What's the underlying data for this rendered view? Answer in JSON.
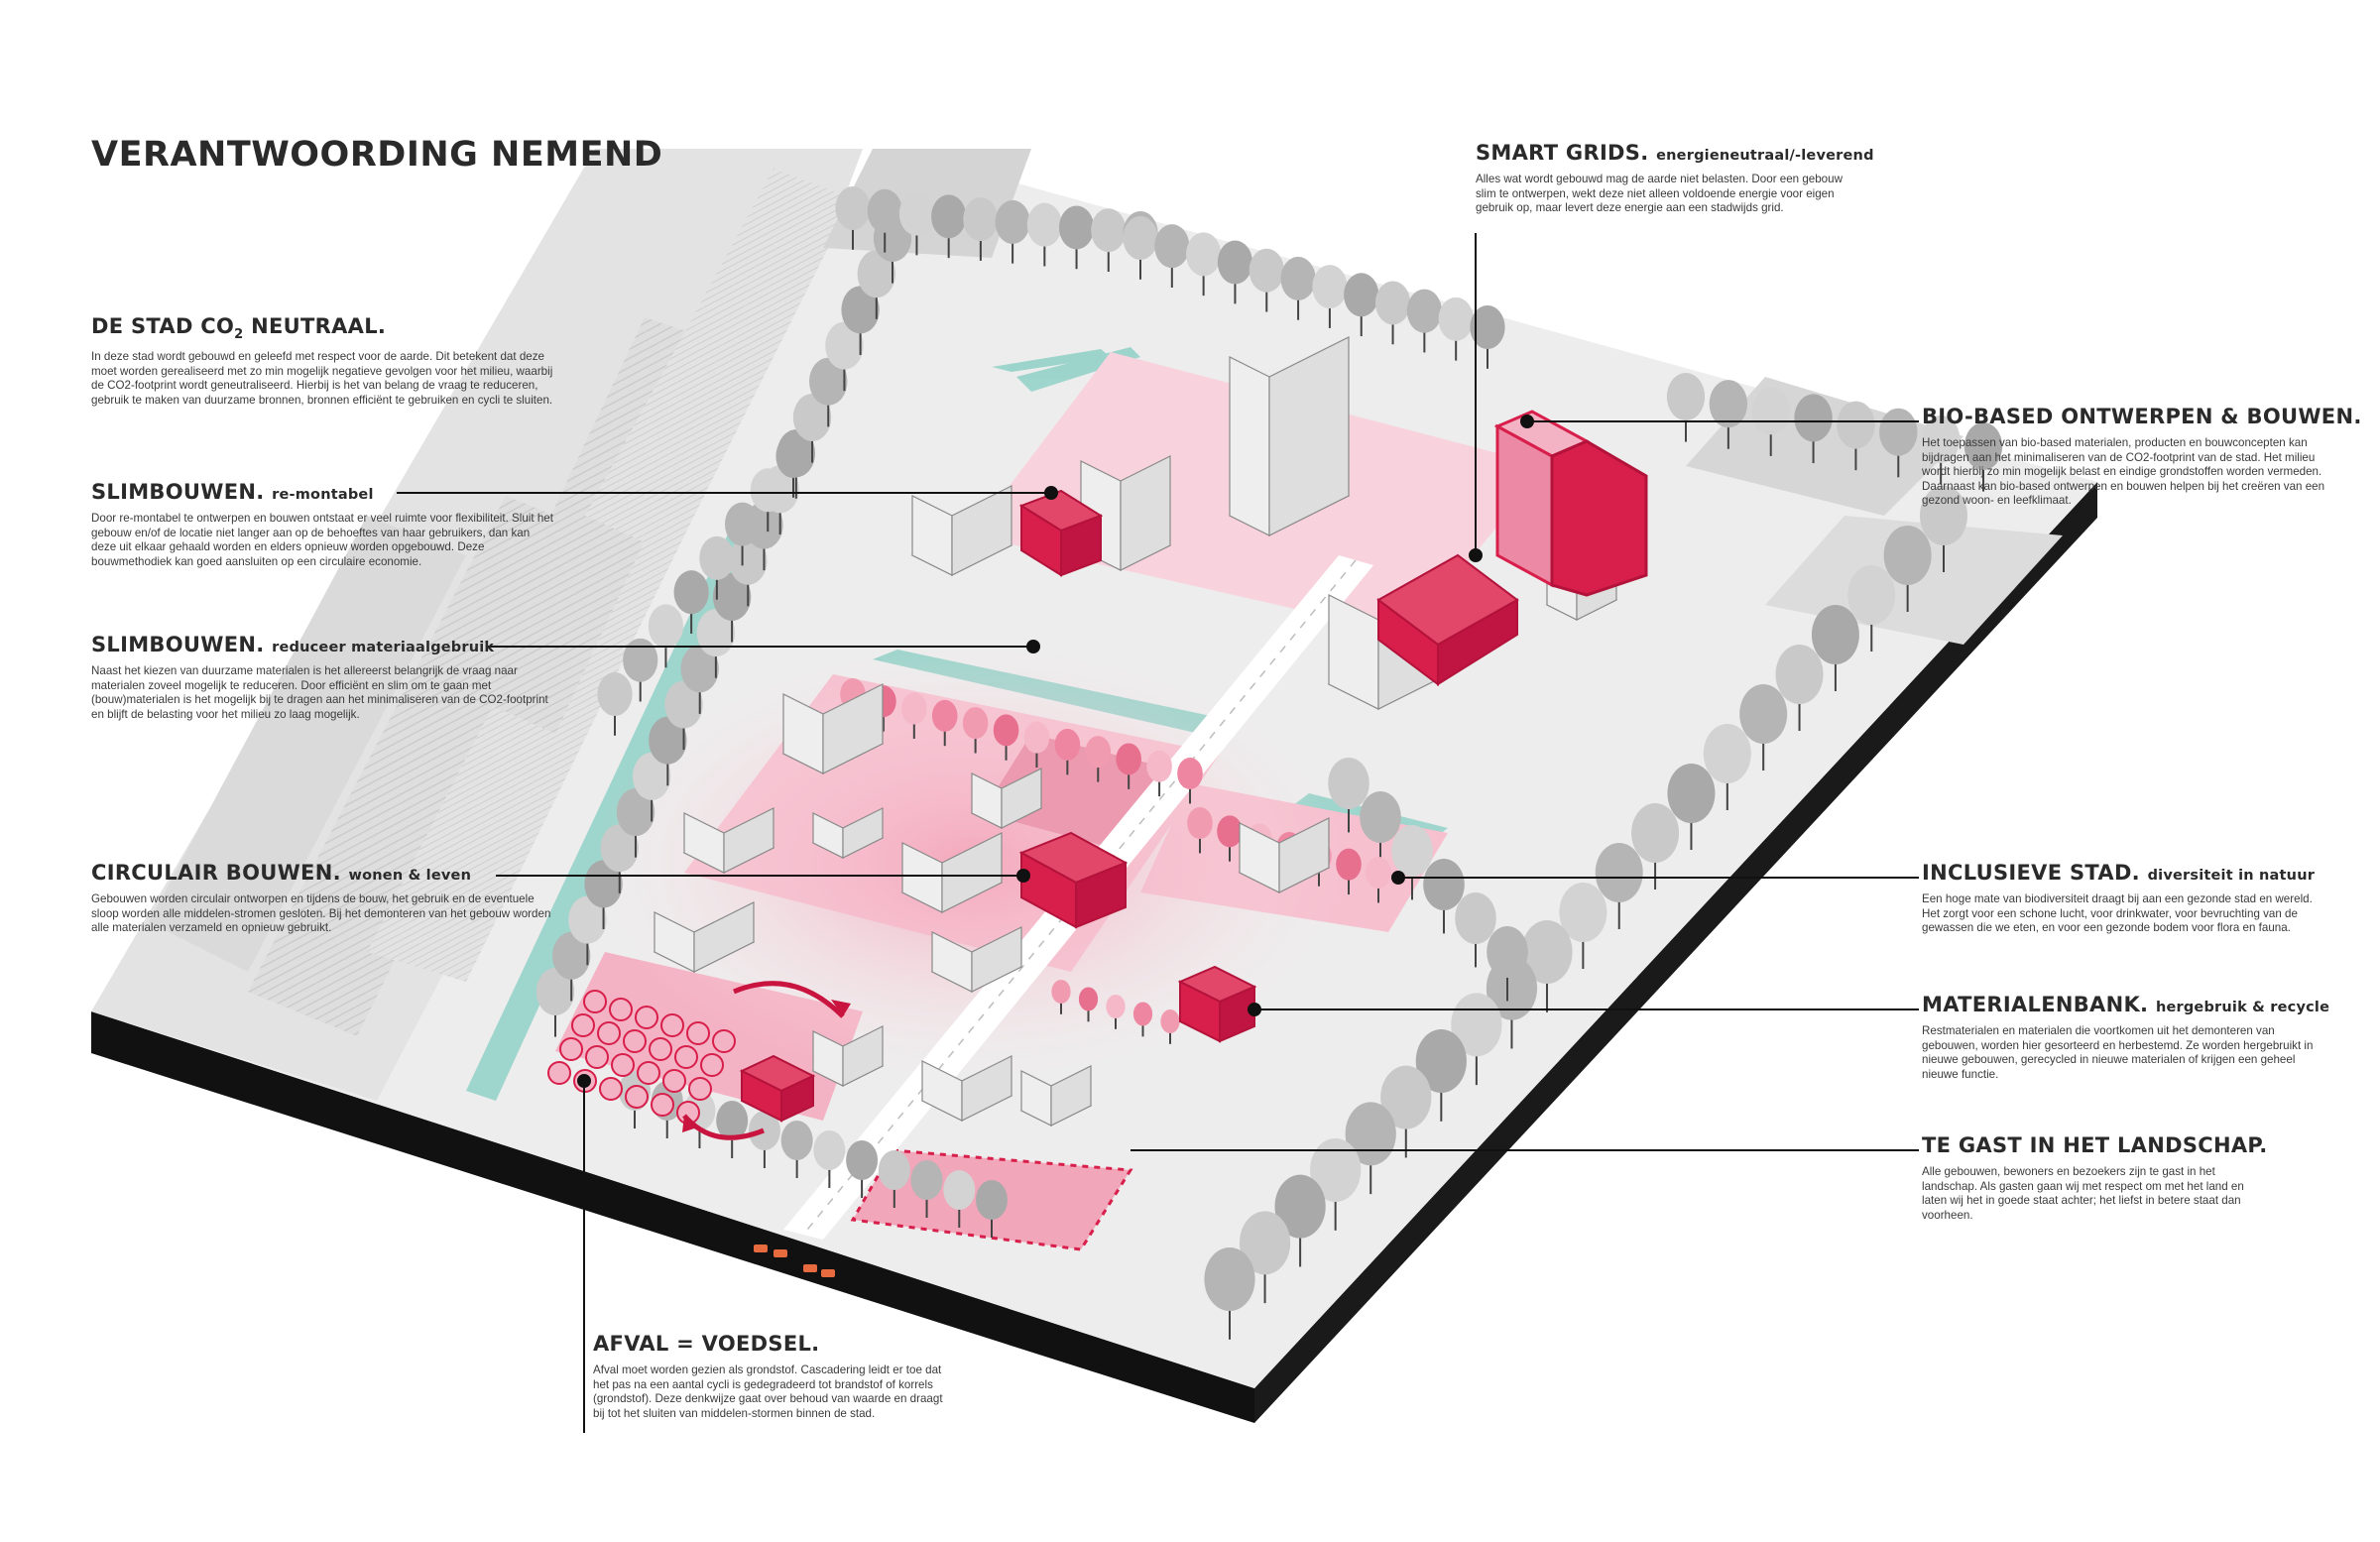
{
  "title": "VERANTWOORDING NEMEND",
  "annotations": {
    "co2": {
      "heading": "DE STAD CO",
      "heading_sub": "2",
      "heading_end": " NEUTRAAL.",
      "body": "In deze stad wordt gebouwd en geleefd met respect voor de aarde. Dit betekent dat deze moet worden gerealiseerd met zo min mogelijk negatieve gevolgen voor het milieu, waarbij de CO2-footprint wordt geneutraliseerd. Hierbij is het van belang de vraag te reduceren, gebruik te maken van duurzame bronnen, bronnen efficiënt te gebruiken en cycli te sluiten."
    },
    "slim1": {
      "heading": "SLIMBOUWEN.",
      "subheading": "re-montabel",
      "body": "Door re-montabel te ontwerpen en bouwen ontstaat er veel ruimte voor flexibiliteit. Sluit het gebouw en/of de locatie niet langer aan op de behoeftes van haar gebruikers, dan kan deze uit elkaar gehaald worden en elders opnieuw worden opgebouwd. Deze bouwmethodiek kan goed aansluiten op een circulaire economie."
    },
    "slim2": {
      "heading": "SLIMBOUWEN.",
      "subheading": "reduceer materiaalgebruik",
      "body": "Naast het kiezen van duurzame materialen is het allereerst belangrijk de vraag naar materialen zoveel mogelijk te reduceren. Door efficiënt en slim om te gaan met (bouw)materialen is het mogelijk bij te dragen aan het minimaliseren van de CO2-footprint en blijft de belasting voor het milieu zo laag mogelijk."
    },
    "circulair": {
      "heading": "CIRCULAIR BOUWEN.",
      "subheading": "wonen & leven",
      "body": "Gebouwen worden circulair ontworpen en tijdens de bouw, het gebruik en de eventuele sloop worden alle middelen-stromen gesloten. Bij het demonteren van het gebouw worden alle materialen verzameld en opnieuw gebruikt."
    },
    "afval": {
      "heading": "AFVAL = VOEDSEL.",
      "body": "Afval moet worden gezien als grondstof. Cascadering leidt er toe dat het pas na een aantal cycli is gedegradeerd tot brandstof of korrels (grondstof). Deze denkwijze gaat over behoud van waarde en draagt bij tot het sluiten van middelen-stormen binnen de stad."
    },
    "smart": {
      "heading": "SMART GRIDS.",
      "subheading": "energieneutraal/-leverend",
      "body": "Alles wat wordt gebouwd mag de aarde niet belasten. Door een gebouw slim te ontwerpen, wekt deze niet alleen voldoende energie voor eigen gebruik op, maar levert deze energie aan een stadwijds grid."
    },
    "biobased": {
      "heading": "BIO-BASED ONTWERPEN & BOUWEN.",
      "body": "Het toepassen van bio-based materialen, producten en bouwconcepten kan bijdragen aan het minimaliseren van de CO2-footprint van de stad. Het milieu wordt hierbij zo min mogelijk belast en eindige grondstoffen worden vermeden. Daarnaast kan bio-based ontwerpen en bouwen helpen bij het creëren van een gezond woon- en leefklimaat."
    },
    "inclusief": {
      "heading": "INCLUSIEVE STAD.",
      "subheading": "diversiteit in natuur",
      "body": "Een hoge mate van biodiversiteit draagt bij aan een gezonde stad en wereld. Het zorgt voor een schone lucht, voor drinkwater, voor bevruchting van de gewassen die we eten, en voor een gezonde bodem voor flora en fauna."
    },
    "materialen": {
      "heading": "MATERIALENBANK.",
      "subheading": "hergebruik & recycle",
      "body": "Restmaterialen en materialen die voortkomen uit het demonteren van gebouwen, worden hier gesorteerd en herbestemd. Ze worden hergebruikt in nieuwe gebouwen, gerecycled in nieuwe materialen of krijgen een geheel nieuwe functie."
    },
    "gast": {
      "heading": "TE GAST IN HET LANDSCHAP.",
      "body": "Alle gebouwen, bewoners en bezoekers zijn te gast in het landschap. Als gasten gaan wij met respect om met het land en laten wij het in goede staat achter; het liefst in betere staat dan voorheen."
    }
  },
  "colors": {
    "accent": "#d81e4a",
    "accent_light": "#f4b3c4",
    "accent_pale": "#fbe0e7",
    "water": "#8fd0c6",
    "ground": "#e9e9e9",
    "fields": "#d7d7d7",
    "trees": "#bdbdbd",
    "buildings": "#f3f3f3",
    "base": "#111111"
  }
}
